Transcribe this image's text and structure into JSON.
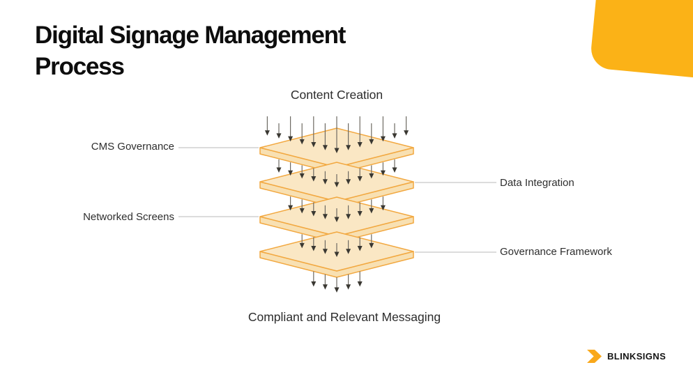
{
  "slide_title": "Digital Signage Management Process",
  "diagram": {
    "input_label": "Content Creation",
    "output_label": "Compliant and Relevant Messaging",
    "layer_labels": {
      "layer1": "CMS Governance",
      "layer2": "Data Integration",
      "layer3": "Networked Screens",
      "layer4": "Governance Framework"
    }
  },
  "brand": {
    "name": "BLINKSIGNS"
  },
  "colors": {
    "brand_yellow": "#FBB217",
    "logo_chevron": "#F9A81B",
    "slab_top": "#FAE7C4",
    "slab_side": "#F8E0B2",
    "slab_stroke": "#F2A840",
    "arrow_line": "#6E6A63",
    "arrow_head": "#3A3832",
    "connector": "#B8B8B8"
  }
}
